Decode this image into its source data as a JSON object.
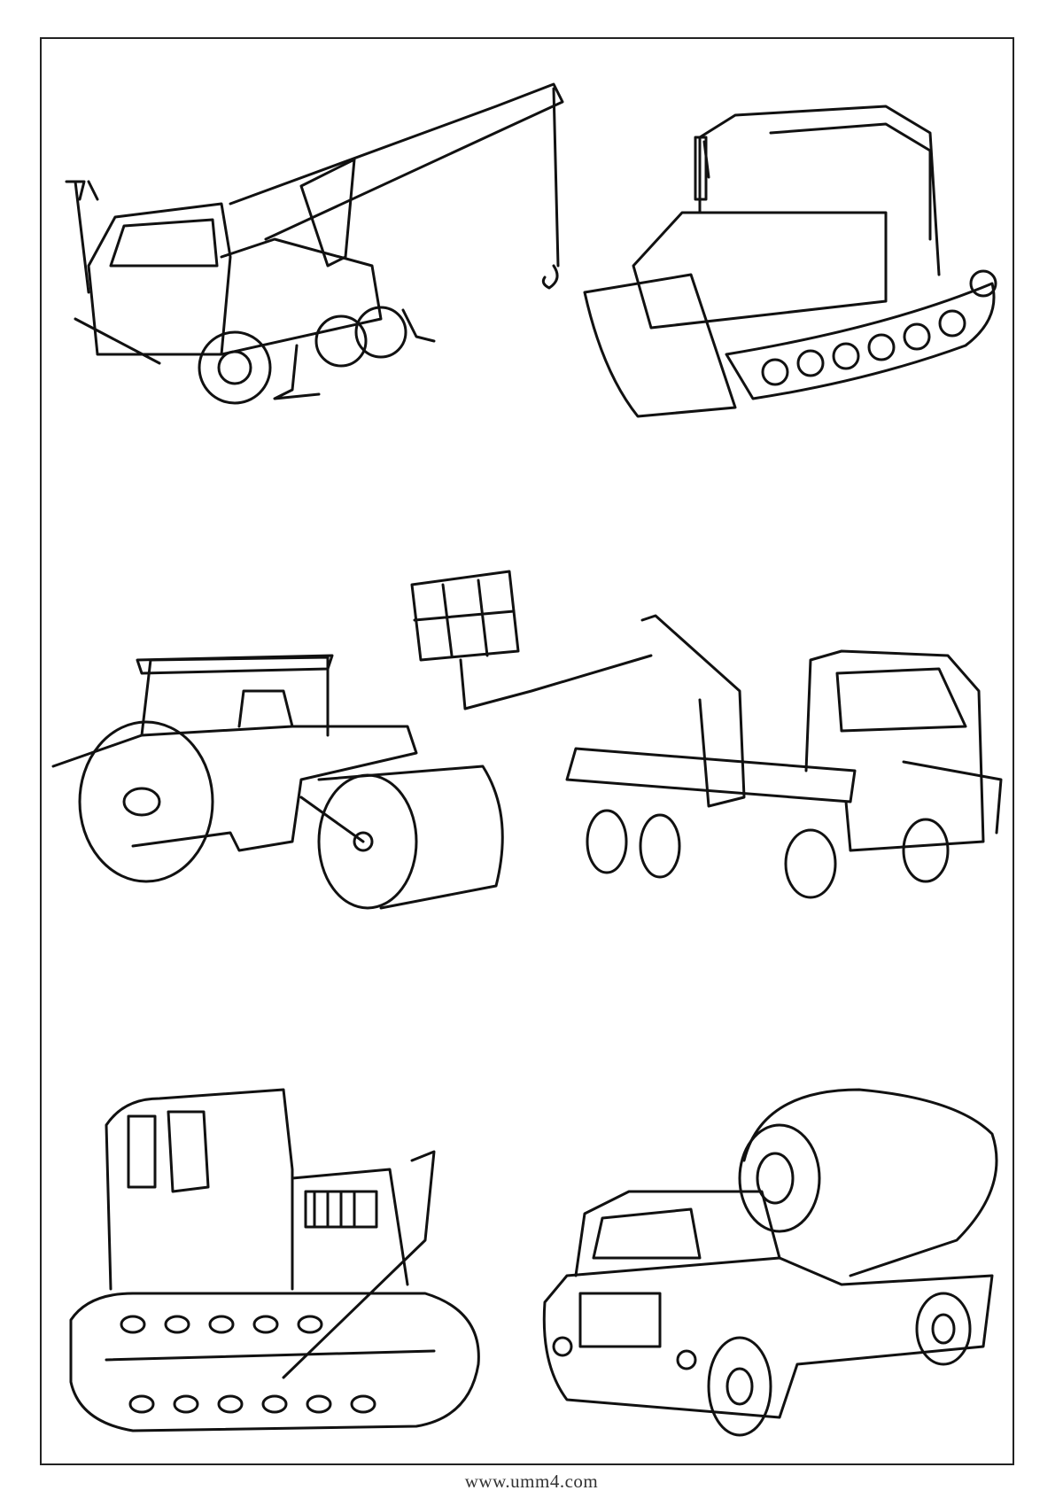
{
  "footer": {
    "website": "www.umm4.com"
  },
  "illustrations": [
    "crane-truck",
    "crawler-bulldozer",
    "road-roller",
    "aerial-lift-truck",
    "tracked-bulldozer",
    "concrete-mixer-truck"
  ]
}
